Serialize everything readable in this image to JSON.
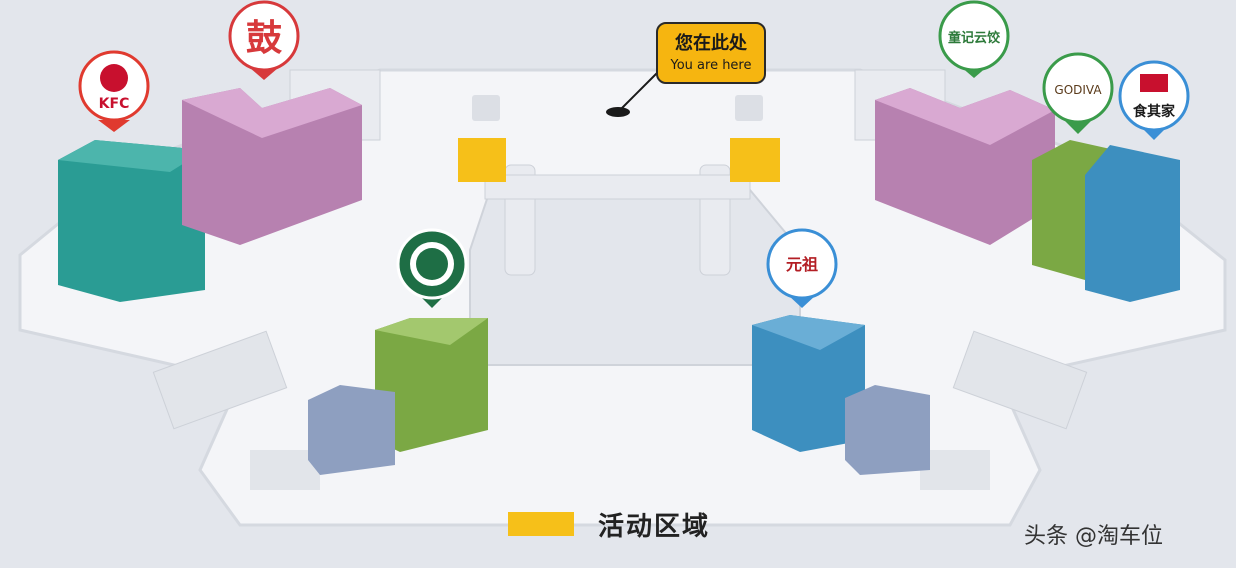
{
  "you_are_here": {
    "zh": "您在此处",
    "en": "You are here"
  },
  "legend": {
    "label": "活动区域",
    "color": "#f6c019"
  },
  "watermark": "头条 @淘车位",
  "stores": [
    {
      "name": "KFC",
      "logo_text": "KFC",
      "pin_color": "#e03a2f"
    },
    {
      "name": "鼓",
      "logo_text": "鼓",
      "pin_color": "#d7393b"
    },
    {
      "name": "Starbucks",
      "logo_text": "",
      "pin_color": "#1e6e45"
    },
    {
      "name": "元祖",
      "logo_text": "元祖",
      "pin_color": "#3a8fd6"
    },
    {
      "name": "童记云饺",
      "logo_text": "童记云饺",
      "pin_color": "#3a9b4a"
    },
    {
      "name": "GODIVA",
      "logo_text": "GODIVA",
      "pin_color": "#3a9b4a"
    },
    {
      "name": "食其家",
      "logo_text": "食其家",
      "pin_color": "#3a8fd6"
    }
  ],
  "colors": {
    "teal": "#2a9c94",
    "pink": "#c98dc0",
    "green": "#8db853",
    "blue": "#3d8fbf",
    "slate": "#8e9fc0",
    "floor": "#f4f5f8",
    "activity": "#f6c019"
  }
}
